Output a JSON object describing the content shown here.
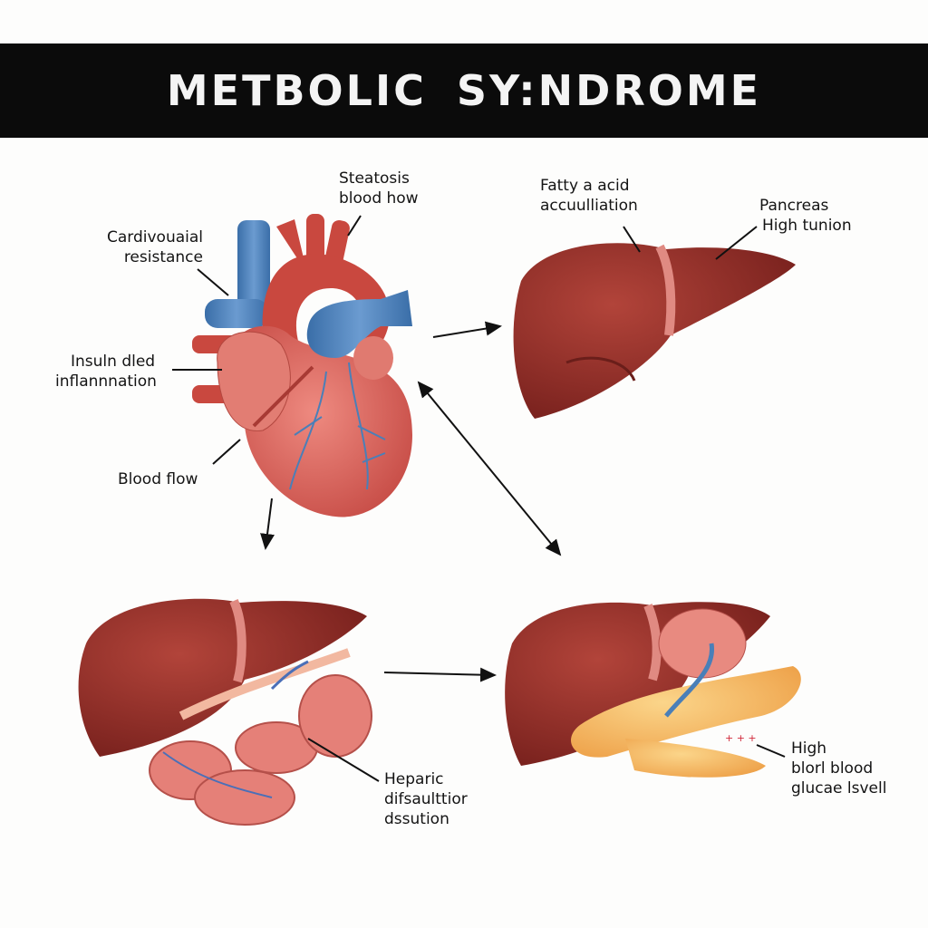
{
  "title": "METBOLIC SY:NDROME",
  "labels": {
    "steatosis": [
      "Steatosis",
      "blood how"
    ],
    "cardio": [
      "Cardivouaial",
      "resistance"
    ],
    "insulin": [
      "Insuln dled",
      "inflannnation"
    ],
    "blood_flow": [
      "Blood flow"
    ],
    "fatty": [
      "Fatty a acid",
      "accuulliation"
    ],
    "pancreas": [
      "Pancreas",
      "High tunion"
    ],
    "hepatic": [
      "Heparic",
      "difsaulttior",
      "dssution"
    ],
    "glucose": [
      "High",
      "blorl blood",
      "glucae lsvell"
    ]
  },
  "colors": {
    "banner": "#0b0b0b",
    "liver": "#8e2a24",
    "heart": "#d9645c",
    "vessel_blue": "#4a7fb8",
    "pancreas": "#f3b45a"
  }
}
